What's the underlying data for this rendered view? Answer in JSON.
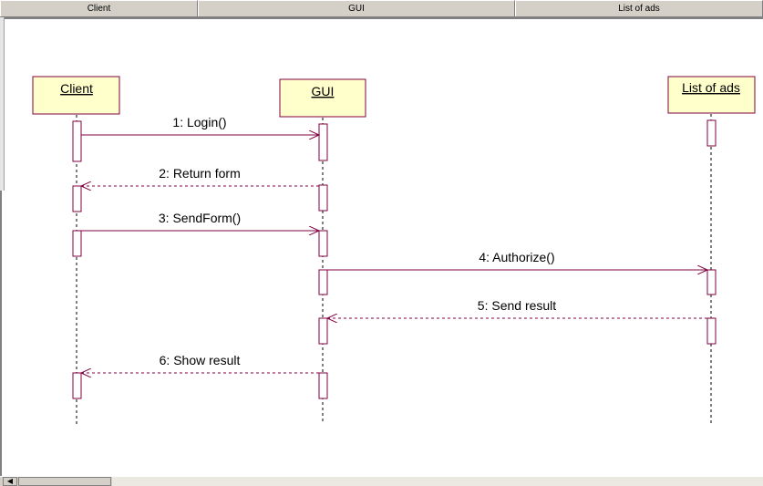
{
  "columns": [
    {
      "label": "Client"
    },
    {
      "label": "GUI"
    },
    {
      "label": "List of ads"
    }
  ],
  "objects": [
    {
      "id": "client",
      "label": "Client"
    },
    {
      "id": "gui",
      "label": "GUI"
    },
    {
      "id": "list_of_ads",
      "label": "List of ads"
    }
  ],
  "messages": [
    {
      "label": "1: Login()",
      "from": "client",
      "to": "gui",
      "kind": "call"
    },
    {
      "label": "2: Return form",
      "from": "gui",
      "to": "client",
      "kind": "return"
    },
    {
      "label": "3: SendForm()",
      "from": "client",
      "to": "gui",
      "kind": "call"
    },
    {
      "label": "4: Authorize()",
      "from": "gui",
      "to": "list_of_ads",
      "kind": "call"
    },
    {
      "label": "5: Send result",
      "from": "list_of_ads",
      "to": "gui",
      "kind": "return"
    },
    {
      "label": "6: Show result",
      "from": "gui",
      "to": "client",
      "kind": "return"
    }
  ],
  "colors": {
    "object_fill": "#ffffcc",
    "line": "#800040",
    "chrome": "#d4d0c8"
  },
  "icons": {
    "scroll_left": "triangle-left-icon"
  }
}
